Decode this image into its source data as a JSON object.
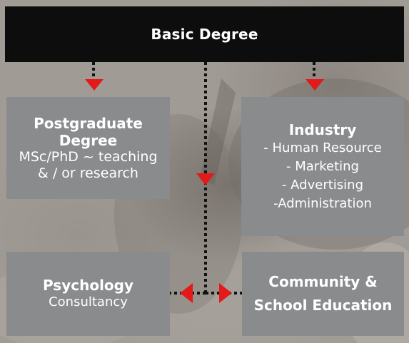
{
  "diagram": {
    "top": {
      "label": "Basic Degree"
    },
    "postgraduate": {
      "title_line1": "Postgraduate",
      "title_line2": "Degree",
      "detail_line1": "MSc/PhD ~ teaching",
      "detail_line2": "& / or research"
    },
    "industry": {
      "title": "Industry",
      "items": [
        "- Human Resource",
        "- Marketing",
        "- Advertising",
        "-Administration"
      ]
    },
    "psychology": {
      "title": "Psychology",
      "subtitle": "Consultancy"
    },
    "community": {
      "line1": "Community &",
      "line2": "School Education"
    }
  },
  "colors": {
    "top_box": "#0d0d0d",
    "box": "#898b8d",
    "text": "#ffffff",
    "connector": "#111111",
    "arrow": "#e31a1a"
  }
}
